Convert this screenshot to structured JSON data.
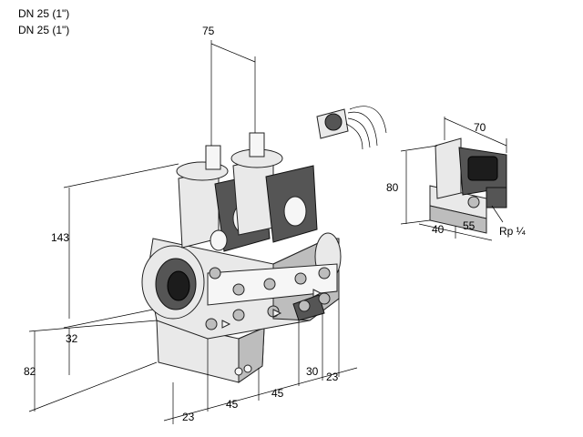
{
  "header": {
    "line1": "DN 25 (1\")",
    "line2": "DN 25 (1\")"
  },
  "dimensions": {
    "top_width": "75",
    "height_total": "143",
    "height_lower": "32",
    "height_left": "82",
    "bottom_a": "23",
    "bottom_b": "45",
    "bottom_c": "45",
    "bottom_d": "30",
    "bottom_e": "23",
    "detail_width": "70",
    "detail_height": "80",
    "detail_base_a": "40",
    "detail_base_b": "55",
    "thread": "Rp ¼"
  },
  "colors": {
    "line": "#000000",
    "body_fill": "#e9e9e9",
    "shadow": "#555555"
  }
}
